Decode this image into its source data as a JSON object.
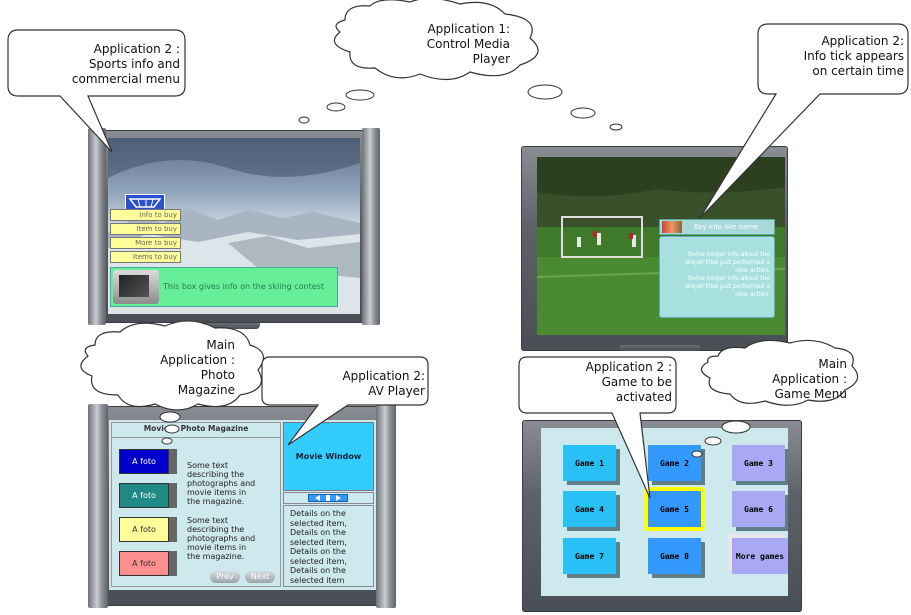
{
  "callouts": {
    "app1": [
      "Application 1:",
      "Control Media",
      "Player"
    ],
    "sports": [
      "Application 2 :",
      "Sports info and",
      "commercial menu"
    ],
    "info_tick": [
      "Application 2:",
      "Info tick appears",
      "on certain time"
    ],
    "photo_magazine": [
      "Main",
      "Application :",
      "Photo",
      "Magazine"
    ],
    "av_player": [
      "Application 2:",
      "AV Player"
    ],
    "game_activated": [
      "Application 2 :",
      "Game to be",
      "activated"
    ],
    "game_menu": [
      "Main",
      "Application :",
      "Game Menu"
    ]
  },
  "ski_screen": {
    "menu_items": [
      "Info to buy",
      "Item to buy",
      "More to buy",
      "Items to buy"
    ],
    "info_text": "This box gives info on the skiing contest"
  },
  "soccer_screen": {
    "tick_title": "Key info like name",
    "tick_body": [
      "Some longer info about the",
      "player that just performed a",
      "nice action.",
      "Some longer info about the",
      "player that just performed a",
      "nice action."
    ]
  },
  "magazine_screen": {
    "title": "Movie & Photo Magazine",
    "foto_label": "A foto",
    "foto_colors": [
      "#0000cc",
      "#1f8a86",
      "#ffff99",
      "#ff8f8f"
    ],
    "text_block": [
      "Some text",
      "describing the",
      "photographs and",
      "movie items in",
      "the magazine."
    ],
    "prev_label": "Prev",
    "next_label": "Next",
    "movie_window_label": "Movie Window",
    "details": [
      "Details on the",
      "selected item,",
      "Details on the",
      "selected item,",
      "Details on the",
      "selected item,",
      "Details on the",
      "selected item"
    ]
  },
  "game_screen": {
    "games": [
      "Game 1",
      "Game 2",
      "Game 3",
      "Game 4",
      "Game 5",
      "Game 6",
      "Game 7",
      "Game 8",
      "More games"
    ],
    "colors": {
      "cyan": "#29c0f5",
      "blue": "#3399ff",
      "violet": "#a8a8f5",
      "highlight": "#ffff00"
    }
  }
}
